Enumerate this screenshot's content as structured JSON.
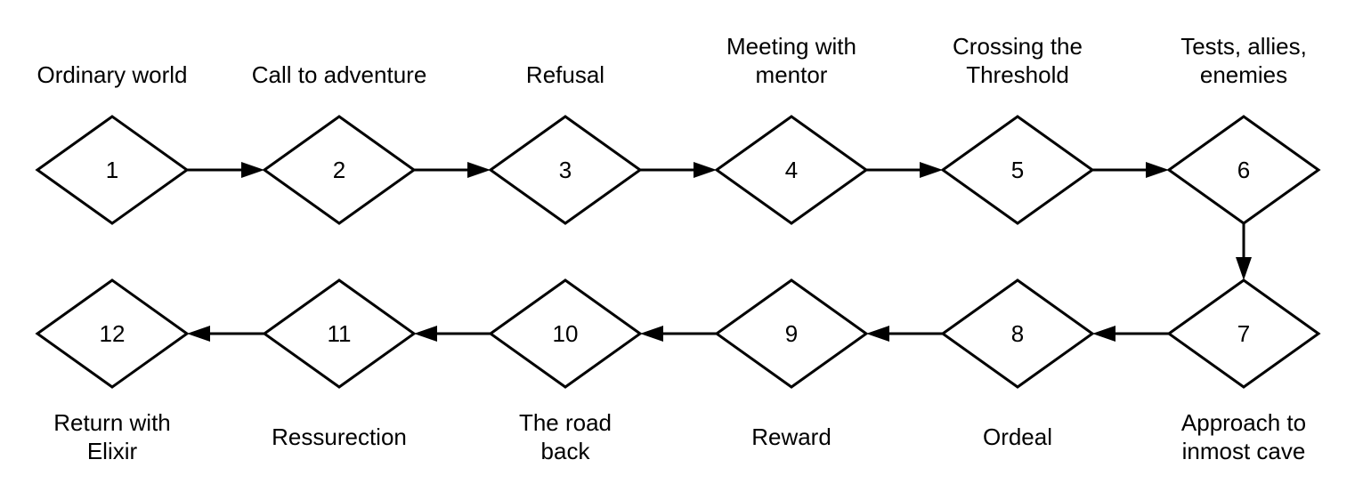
{
  "stages": [
    {
      "number": "1",
      "label": [
        "Ordinary world"
      ]
    },
    {
      "number": "2",
      "label": [
        "Call to adventure"
      ]
    },
    {
      "number": "3",
      "label": [
        "Refusal"
      ]
    },
    {
      "number": "4",
      "label": [
        "Meeting with",
        "mentor"
      ]
    },
    {
      "number": "5",
      "label": [
        "Crossing the",
        "Threshold"
      ]
    },
    {
      "number": "6",
      "label": [
        "Tests, allies,",
        "enemies"
      ]
    },
    {
      "number": "7",
      "label": [
        "Approach to",
        "inmost cave"
      ]
    },
    {
      "number": "8",
      "label": [
        "Ordeal"
      ]
    },
    {
      "number": "9",
      "label": [
        "Reward"
      ]
    },
    {
      "number": "10",
      "label": [
        "The road",
        "back"
      ]
    },
    {
      "number": "11",
      "label": [
        "Ressurection"
      ]
    },
    {
      "number": "12",
      "label": [
        "Return with",
        "Elixir"
      ]
    }
  ],
  "flow": [
    [
      1,
      2
    ],
    [
      2,
      3
    ],
    [
      3,
      4
    ],
    [
      4,
      5
    ],
    [
      5,
      6
    ],
    [
      6,
      7
    ],
    [
      7,
      8
    ],
    [
      8,
      9
    ],
    [
      9,
      10
    ],
    [
      10,
      11
    ],
    [
      11,
      12
    ]
  ]
}
